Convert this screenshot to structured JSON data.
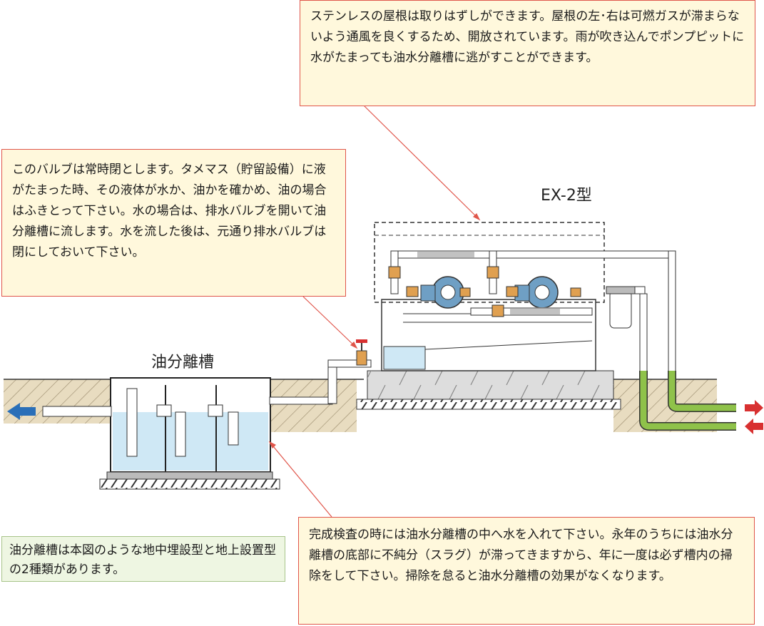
{
  "title_model": "EX-2型",
  "label_tank": "油分離槽",
  "note_roof": "ステンレスの屋根は取りはずしができます。屋根の左･右は可燃ガスが滞まらないよう通風を良くするため、開放されています。雨が吹き込んでポンプピットに水がたまっても油水分離槽に逃がすことができます。",
  "note_valve": "このバルブは常時閉とします。タメマス（貯留設備）に液がたまった時、その液体が水か、油かを確かめ、油の場合はふきとって下さい。水の場合は、排水バルブを開いて油分離槽に流します。水を流した後は、元通り排水バルブは閉にしておいて下さい。",
  "note_inspection": "完成検査の時には油水分離槽の中へ水を入れて下さい。永年のうちには油水分離槽の底部に不純分（スラグ）が滞ってきますから、年に一度は必ず槽内の掃除をして下さい。掃除を怠ると油水分離槽の効果がなくなります。",
  "note_types": "油分離槽は本図のような地中埋設型と地上設置型の2種類があります。",
  "colors": {
    "note_bg": "#fff8dc",
    "note_border": "#e0554a",
    "green_note_bg": "#eef6e2",
    "water": "#cfe8f5",
    "ground": "#e8dcc0",
    "pump": "#6f9fc4",
    "valve": "#e0a050",
    "pipe_green": "#8fc24a",
    "arrow_blue": "#2a6fb8",
    "arrow_red": "#d83030"
  }
}
